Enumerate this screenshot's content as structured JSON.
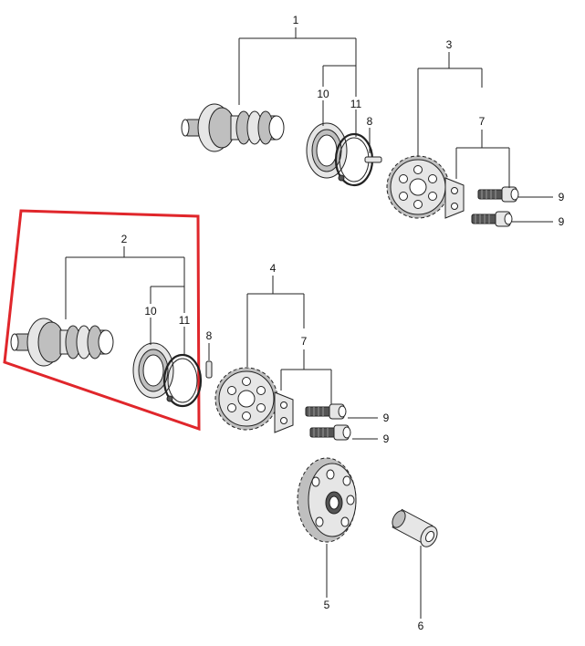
{
  "callouts": {
    "c1": "1",
    "c2": "2",
    "c3": "3",
    "c4": "4",
    "c5": "5",
    "c6": "6",
    "c7a": "7",
    "c7b": "7",
    "c8a": "8",
    "c8b": "8",
    "c9a": "9",
    "c9b": "9",
    "c9c": "9",
    "c9d": "9",
    "c10a": "10",
    "c10b": "10",
    "c11a": "11",
    "c11b": "11"
  },
  "highlight": {
    "color": "#e0262b"
  }
}
